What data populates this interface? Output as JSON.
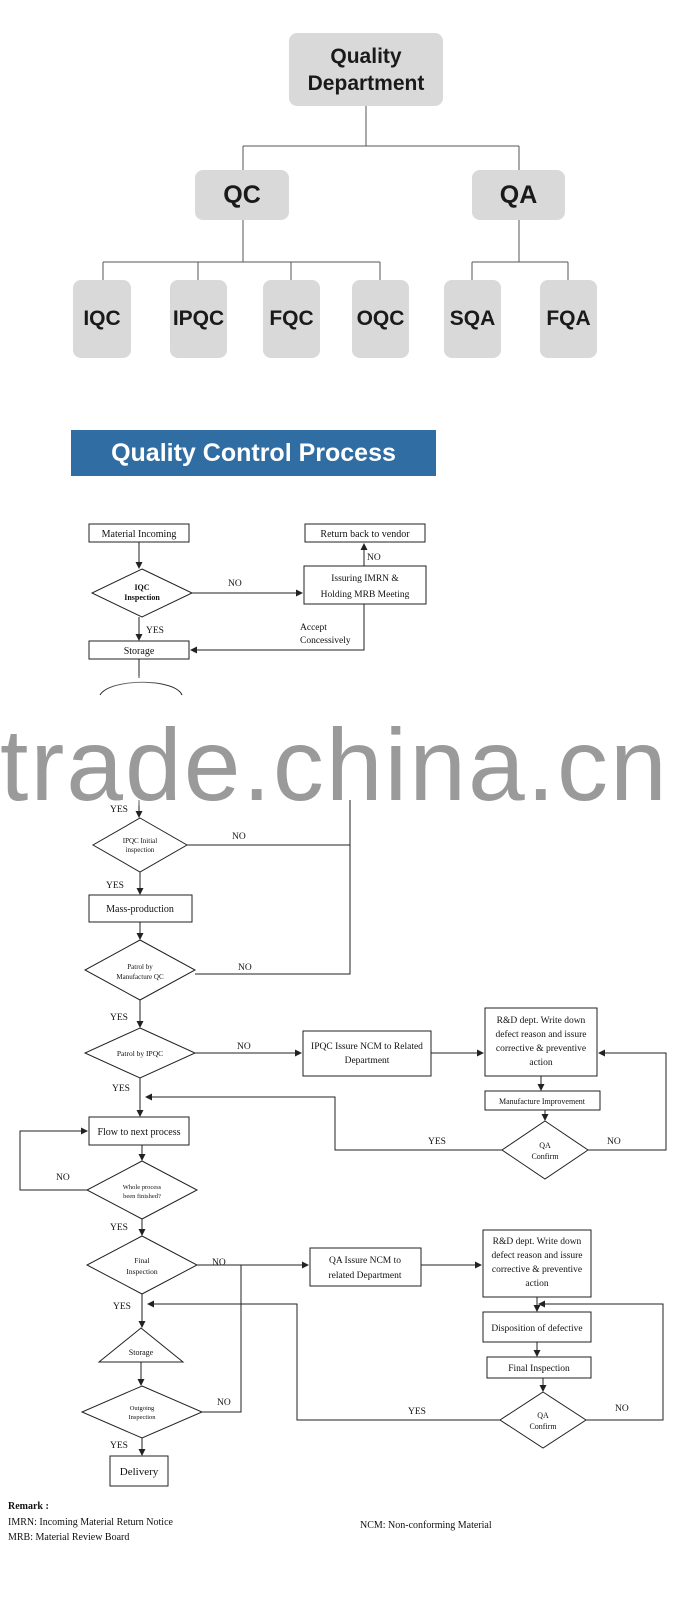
{
  "org_chart": {
    "top": {
      "line1": "Quality",
      "line2": "Department"
    },
    "qc": "QC",
    "qa": "QA",
    "qc_children": [
      "IQC",
      "IPQC",
      "FQC",
      "OQC"
    ],
    "qa_children": [
      "SQA",
      "FQA"
    ]
  },
  "banner": {
    "title": "Quality Control Process"
  },
  "flow": {
    "nodes": {
      "material_incoming": "Material Incoming",
      "iqc_inspection": [
        "IQC",
        "Inspection"
      ],
      "return_vendor": "Return back to vendor",
      "imrn": [
        "Issuring  IMRN &",
        "Holding MRB Meeting"
      ],
      "storage": "Storage",
      "ipqc_initial": [
        "IPQC Initial",
        "inspection"
      ],
      "mass_production": "Mass-production",
      "patrol_mqc": [
        "Patrol  by",
        "Manufacture QC"
      ],
      "patrol_ipqc": "Patrol by IPQC",
      "ipqc_ncm": [
        "IPQC Issure NCM to Related",
        "Department"
      ],
      "rd1": [
        "R&D dept. Write down",
        "defect reason and issure",
        "corrective & preventive",
        "action"
      ],
      "manufacture_improvement": "Manufacture Improvement",
      "qa_confirm": [
        "QA",
        "Confirm"
      ],
      "flow_next": "Flow to next process",
      "whole_process": [
        "Whole process",
        "been finished?"
      ],
      "final_inspection": [
        "Final",
        "Inspection"
      ],
      "qa_ncm": [
        "QA Issure NCM to",
        "related  Department"
      ],
      "rd2": [
        "R&D dept. Write down",
        "defect reason and issure",
        "corrective & preventive",
        "action"
      ],
      "disposition": "Disposition of defective",
      "final_inspection_2": "Final Inspection",
      "storage_tri": "Storage",
      "outgoing": [
        "Outgoing",
        "Inspection"
      ],
      "delivery": "Delivery"
    },
    "labels": {
      "yes": "YES",
      "no": "NO",
      "accept": [
        "Accept",
        "Concessively"
      ]
    }
  },
  "watermark": "trade.china.cn",
  "remark": {
    "title": "Remark :",
    "imrn": "IMRN: Incoming Material Return Notice",
    "mrb": "MRB:  Material Review Board",
    "ncm": "NCM: Non-conforming Material"
  },
  "colors": {
    "box_gray": "#d9d9d9",
    "banner_blue": "#2f6da3",
    "watermark": "#9a9a9a"
  }
}
